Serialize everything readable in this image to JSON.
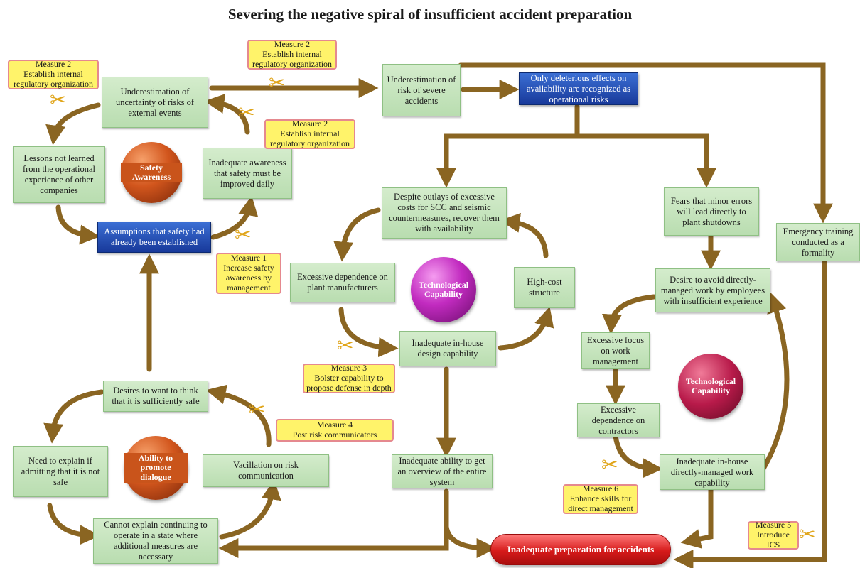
{
  "title": "Severing the negative spiral of insufficient accident preparation",
  "nodes": {
    "underestimation_uncertainty": "Underestimation of uncertainty of risks of external events",
    "underestimation_severe": "Underestimation of risk of severe accidents",
    "only_deleterious": "Only deleterious effects on availability are recognized as operational risks",
    "lessons_not_learned": "Lessons not learned from the operational experience of other companies",
    "inadequate_awareness": "Inadequate awareness that safety must be improved daily",
    "assumptions_safety": "Assumptions that safety had already been established",
    "despite_outlays": "Despite outlays of excessive costs for SCC and seismic countermeasures, recover them with availability",
    "fears_minor_errors": "Fears that minor errors will lead directly to plant shutdowns",
    "emergency_training": "Emergency training conducted as a formality",
    "excessive_dependence_manufacturers": "Excessive dependence on plant manufacturers",
    "high_cost": "High-cost structure",
    "desire_to_avoid": "Desire to avoid directly-managed work by employees with insufficient experience",
    "inadequate_design": "Inadequate in-house design capability",
    "excessive_focus": "Excessive focus on work management",
    "excessive_dependence_contractors": "Excessive dependence on contractors",
    "desires_to_think": "Desires to want to think that it is sufficiently safe",
    "need_to_explain": "Need to explain if admitting that it is not safe",
    "vacillation": "Vacillation on risk communication",
    "inadequate_overview": "Inadequate ability to get an overview of the entire system",
    "inadequate_directly_managed": "Inadequate in-house directly-managed work capability",
    "cannot_explain": "Cannot explain continuing to operate in a state where additional measures are necessary",
    "inadequate_preparation": "Inadequate preparation for accidents"
  },
  "measures": {
    "m2a": {
      "name": "Measure 2",
      "text": "Establish internal regulatory organization"
    },
    "m2b": {
      "name": "Measure 2",
      "text": "Establish internal regulatory organization"
    },
    "m2c": {
      "name": "Measure 2",
      "text": "Establish internal regulatory organization"
    },
    "m1": {
      "name": "Measure 1",
      "text": "Increase safety awareness by management"
    },
    "m3": {
      "name": "Measure 3",
      "text": "Bolster capability to propose defense in depth"
    },
    "m4": {
      "name": "Measure 4",
      "text": "Post risk communicators"
    },
    "m5": {
      "name": "Measure 5",
      "text": "Introduce ICS"
    },
    "m6": {
      "name": "Measure 6",
      "text": "Enhance skills for direct management"
    }
  },
  "spheres": {
    "safety": "Safety Awareness",
    "tech1": "Technological Capability",
    "dialogue": "Ability to promote dialogue",
    "tech2": "Technological Capability"
  },
  "icons": {
    "cut": "scissors-icon"
  },
  "colors": {
    "arrow": "#8a6522",
    "box": "#c3e3ba",
    "blue": "#1f49b8",
    "measure": "#fff36a",
    "red": "#d61a1a"
  }
}
